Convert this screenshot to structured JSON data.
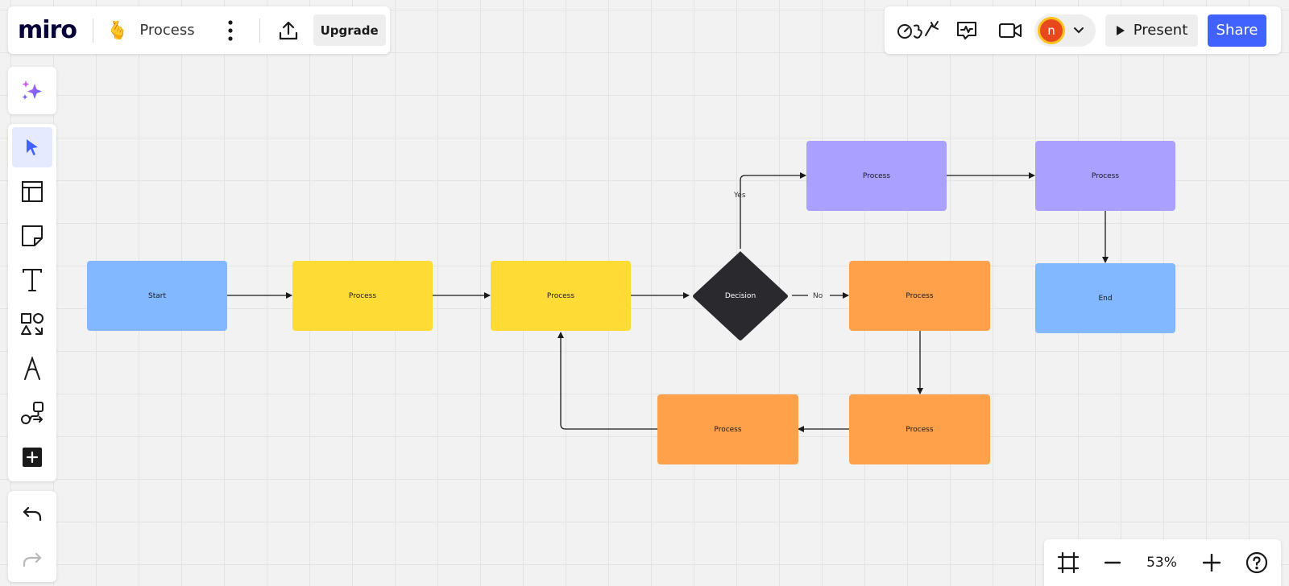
{
  "app": {
    "logo": "miro"
  },
  "board": {
    "emoji": "🫰",
    "name": "Process"
  },
  "toolbar_top": {
    "upgrade_label": "Upgrade",
    "present_label": "Present",
    "share_label": "Share"
  },
  "user": {
    "initial": "n",
    "avatar_color": "#e8481e",
    "ring_color": "#ffc21a"
  },
  "zoom": {
    "level": "53%"
  },
  "colors": {
    "accent": "#4262ff",
    "blue_node": "#82b8ff",
    "yellow_node": "#ffdc35",
    "orange_node": "#ffa04a",
    "purple_node": "#a9a0ff",
    "decision_node": "#2a2a2e"
  },
  "diagram": {
    "start": "Start",
    "process1": "Process",
    "process2": "Process",
    "decision": "Decision",
    "yes_label": "Yes",
    "no_label": "No",
    "yes_process1": "Process",
    "yes_process2": "Process",
    "end": "End",
    "no_process1": "Process",
    "no_process2": "Process",
    "no_process3": "Process"
  },
  "icons": {
    "ai": "sparkles-icon",
    "select": "cursor-icon",
    "templates": "layout-icon",
    "sticky": "sticky-note-icon",
    "text": "text-icon",
    "shapes": "shapes-icon",
    "pen": "pen-icon",
    "diagramming": "diagram-icon",
    "more": "plus-square-icon",
    "undo": "undo-icon",
    "redo": "redo-icon",
    "reactions": "reactions-icon",
    "comments": "comment-icon",
    "video": "video-icon",
    "fit": "frame-icon",
    "zoom_out": "minus-icon",
    "zoom_in": "plus-icon",
    "help": "help-icon"
  }
}
